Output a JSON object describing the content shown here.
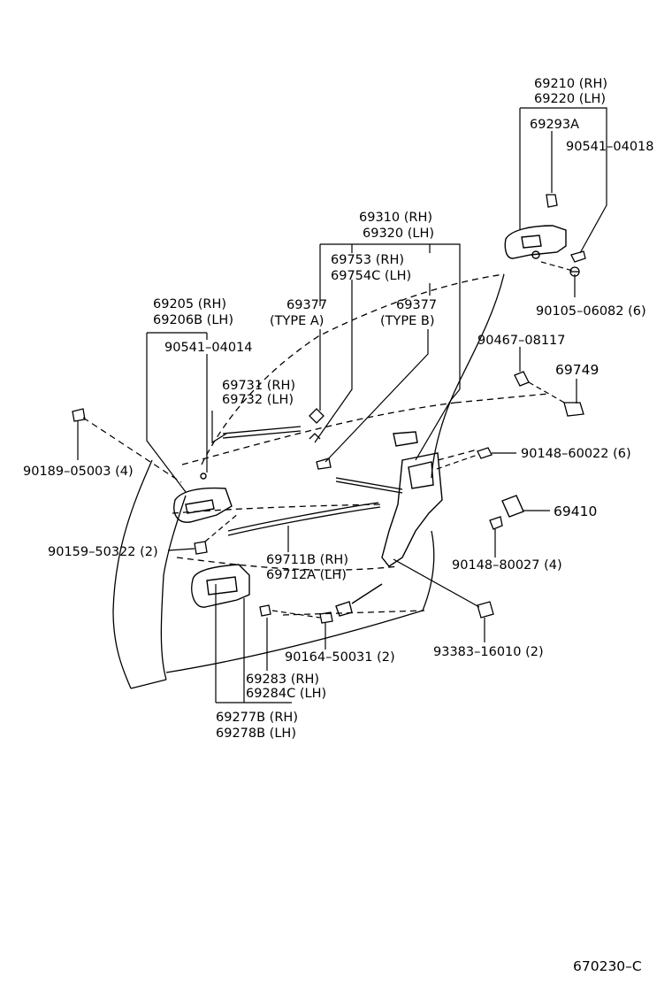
{
  "labels": {
    "p69210": "69210 (RH)",
    "p69220": "69220 (LH)",
    "p69293A": "69293A",
    "p90541_04018": "90541–04018",
    "p90105": "90105–06082 (6)",
    "p69310": "69310 (RH)",
    "p69320": "69320 (LH)",
    "p69753": "69753   (RH)",
    "p69754C": "69754C (LH)",
    "p69377a": "69377",
    "p69377a_type": "(TYPE  A)",
    "p69377b": "69377",
    "p69377b_type": "(TYPE  B)",
    "p69205": "69205   (RH)",
    "p69206B": "69206B (LH)",
    "p90541_04014": "90541–04014",
    "p90467": "90467–08117",
    "p69749": "69749",
    "p69731": "69731 (RH)",
    "p69732": "69732 (LH)",
    "p90189": "90189–05003 (4)",
    "p90148_60022": "90148–60022 (6)",
    "p69410": "69410",
    "p90159": "90159–50322 (2)",
    "p69711B": "69711B (RH)",
    "p69712A": "69712A (LH)",
    "p90148_80027": "90148–80027 (4)",
    "p90164": "90164–50031 (2)",
    "p93383": "93383–16010 (2)",
    "p69283": "69283   (RH)",
    "p69284C": "69284C (LH)",
    "p69277B": "69277B (RH)",
    "p69278B": "69278B (LH)",
    "figure_code": "670230–C"
  },
  "colors": {
    "ink": "#000000",
    "paper": "#ffffff"
  }
}
